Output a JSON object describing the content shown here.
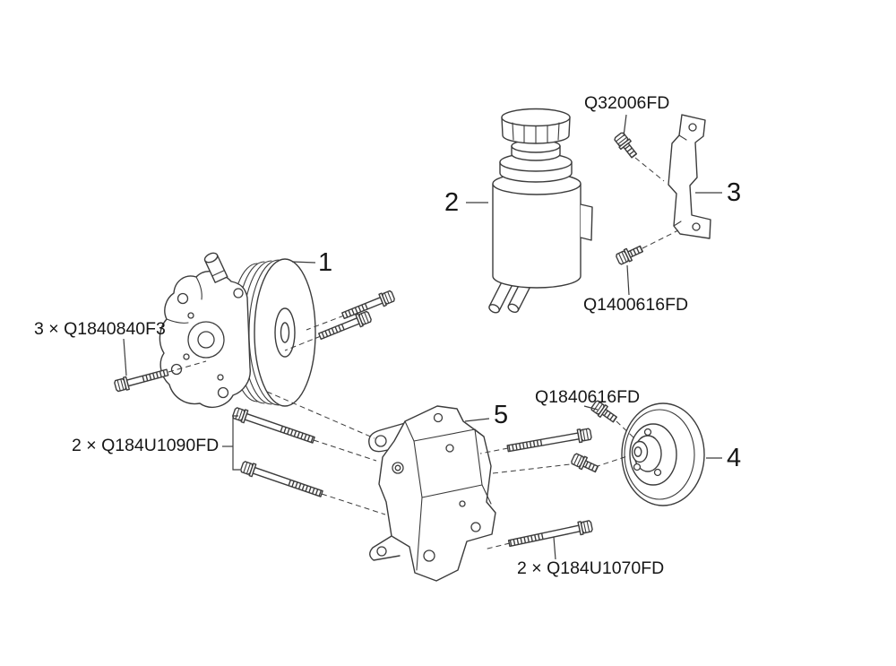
{
  "colors": {
    "background": "#ffffff",
    "line": "#3c3c3c",
    "text": "#161616"
  },
  "parts": {
    "pump": {
      "number": "1"
    },
    "reservoir": {
      "number": "2"
    },
    "reservoir_bracket": {
      "number": "3"
    },
    "pulley": {
      "number": "4"
    },
    "mount_bracket": {
      "number": "5"
    }
  },
  "fasteners": {
    "q32006fd": "Q32006FD",
    "q1400616fd": "Q1400616FD",
    "q1840840f3": "3 × Q1840840F3",
    "q184u1090fd": "2 × Q184U1090FD",
    "q1840616fd": "Q1840616FD",
    "q184u1070fd": "2 × Q184U1070FD"
  }
}
